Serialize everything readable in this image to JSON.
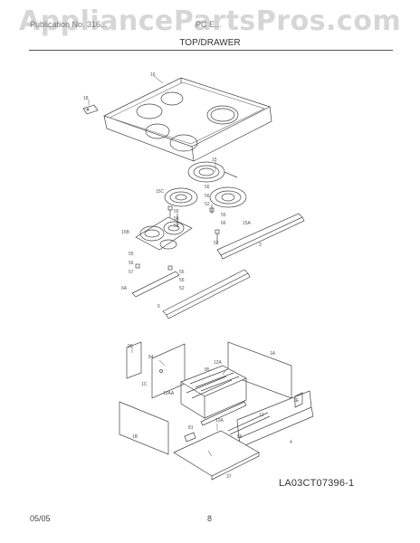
{
  "watermark": "AppliancePartsPros.com",
  "header": {
    "model_text": "Publication No. 316...",
    "model_number": "PC E...",
    "title": "TOP/DRAWER"
  },
  "parts": {
    "p16": "16",
    "p18": "18",
    "p15": "15",
    "p56a": "56",
    "p15c": "15C",
    "p56b": "56",
    "p52a": "52",
    "p55a": "55",
    "p56c": "56",
    "p52b": "52",
    "p55b": "55",
    "p66a": "66",
    "p15a": "15A",
    "p3": "3",
    "p52c": "52",
    "p15b": "15B",
    "p55c": "55",
    "p56d": "56",
    "p57": "57",
    "p55d": "55",
    "p56e": "56",
    "p52d": "52",
    "p6a": "6A",
    "p6": "6",
    "p90": "90",
    "p84": "84",
    "p1a": "1A",
    "p1c": "1C",
    "p12a": "12A",
    "p85": "85",
    "p12b": "12",
    "p12aa": "12AA",
    "p1e": "1E",
    "p81": "81",
    "p10a": "10A",
    "p86": "86",
    "p1b": "1B",
    "p4": "4",
    "p37": "37"
  },
  "diagram_code": "LA03CT07396-1",
  "footer": {
    "date": "05/05",
    "page": "8"
  }
}
